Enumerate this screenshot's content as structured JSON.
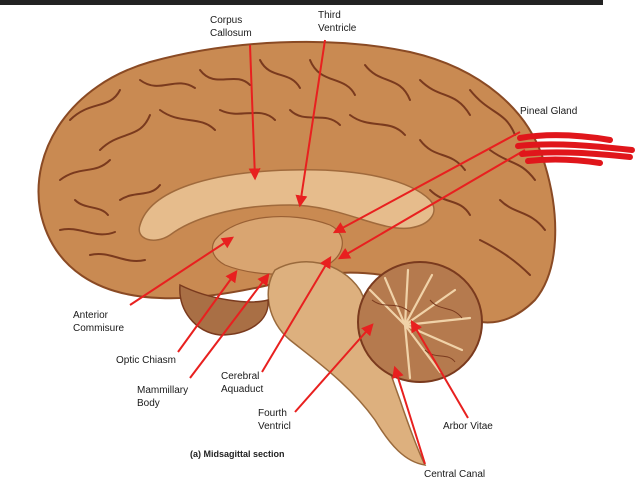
{
  "figure": {
    "caption": "(a) Midsagittal section",
    "labels": {
      "corpus_callosum": "Corpus\nCallosum",
      "third_ventricle": "Third\nVentricle",
      "pineal_gland": "Pineal Gland",
      "anterior_commisure": "Anterior\nCommisure",
      "optic_chiasm": "Optic Chiasm",
      "mammillary_body": "Mammillary\nBody",
      "cerebral_aquaduct": "Cerebral\nAquaduct",
      "fourth_ventricl": "Fourth\nVentricl",
      "arbor_vitae": "Arbor Vitae",
      "central_canal": "Central Canal"
    }
  },
  "colors": {
    "cortex": "#c98a52",
    "sulcus": "#7a3a1e",
    "white_matter": "#e6bc8c",
    "cerebellum": "#b57a4e",
    "brainstem": "#ddb07e",
    "pointer_arrow": "#e8201f",
    "redaction_scribble": "#e0161b"
  }
}
